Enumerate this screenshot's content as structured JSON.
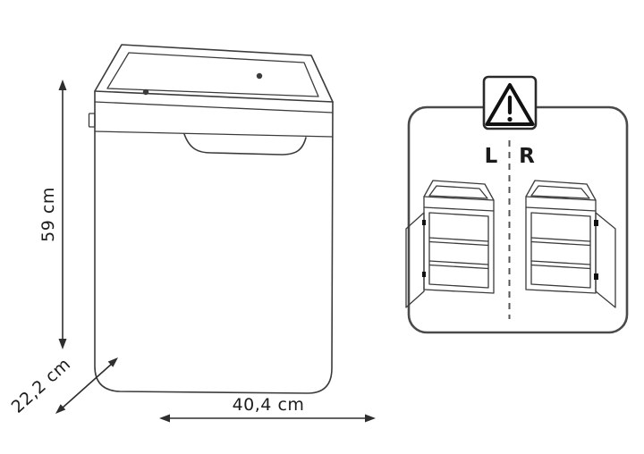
{
  "dimensions": {
    "height": "59 cm",
    "depth": "22,2 cm",
    "width": "40,4 cm"
  },
  "orientation": {
    "left_label": "L",
    "right_label": "R"
  },
  "icons": {
    "warning": "warning-triangle-icon"
  },
  "colors": {
    "line": "#3b3b3b",
    "text": "#1c1c1c",
    "panel_border": "#4a4a4a",
    "hinge": "#111111",
    "background": "#ffffff"
  }
}
